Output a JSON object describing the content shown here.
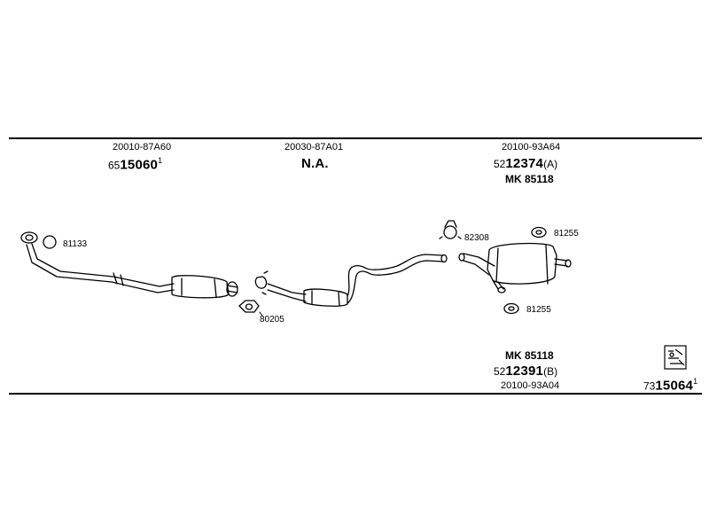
{
  "top": {
    "col1": {
      "oe": "20010-87A60",
      "part_prefix": "65",
      "part_main": "15060",
      "part_sup": "1"
    },
    "col2": {
      "oe": "20030-87A01",
      "label": "N.A."
    },
    "col3": {
      "oe": "20100-93A64",
      "part_prefix": "52",
      "part_main": "12374",
      "part_suffix": "(A)",
      "mk": "MK  85118"
    }
  },
  "parts": {
    "p81133": "81133",
    "p80205": "80205",
    "p82308": "82308",
    "p81255a": "81255",
    "p81255b": "81255"
  },
  "bottom": {
    "mk": "MK  85118",
    "part_prefix": "52",
    "part_main": "12391",
    "part_suffix": "(B)",
    "oe": "20100-93A04"
  },
  "ref": {
    "prefix": "73",
    "main": "15064",
    "sup": "1"
  }
}
